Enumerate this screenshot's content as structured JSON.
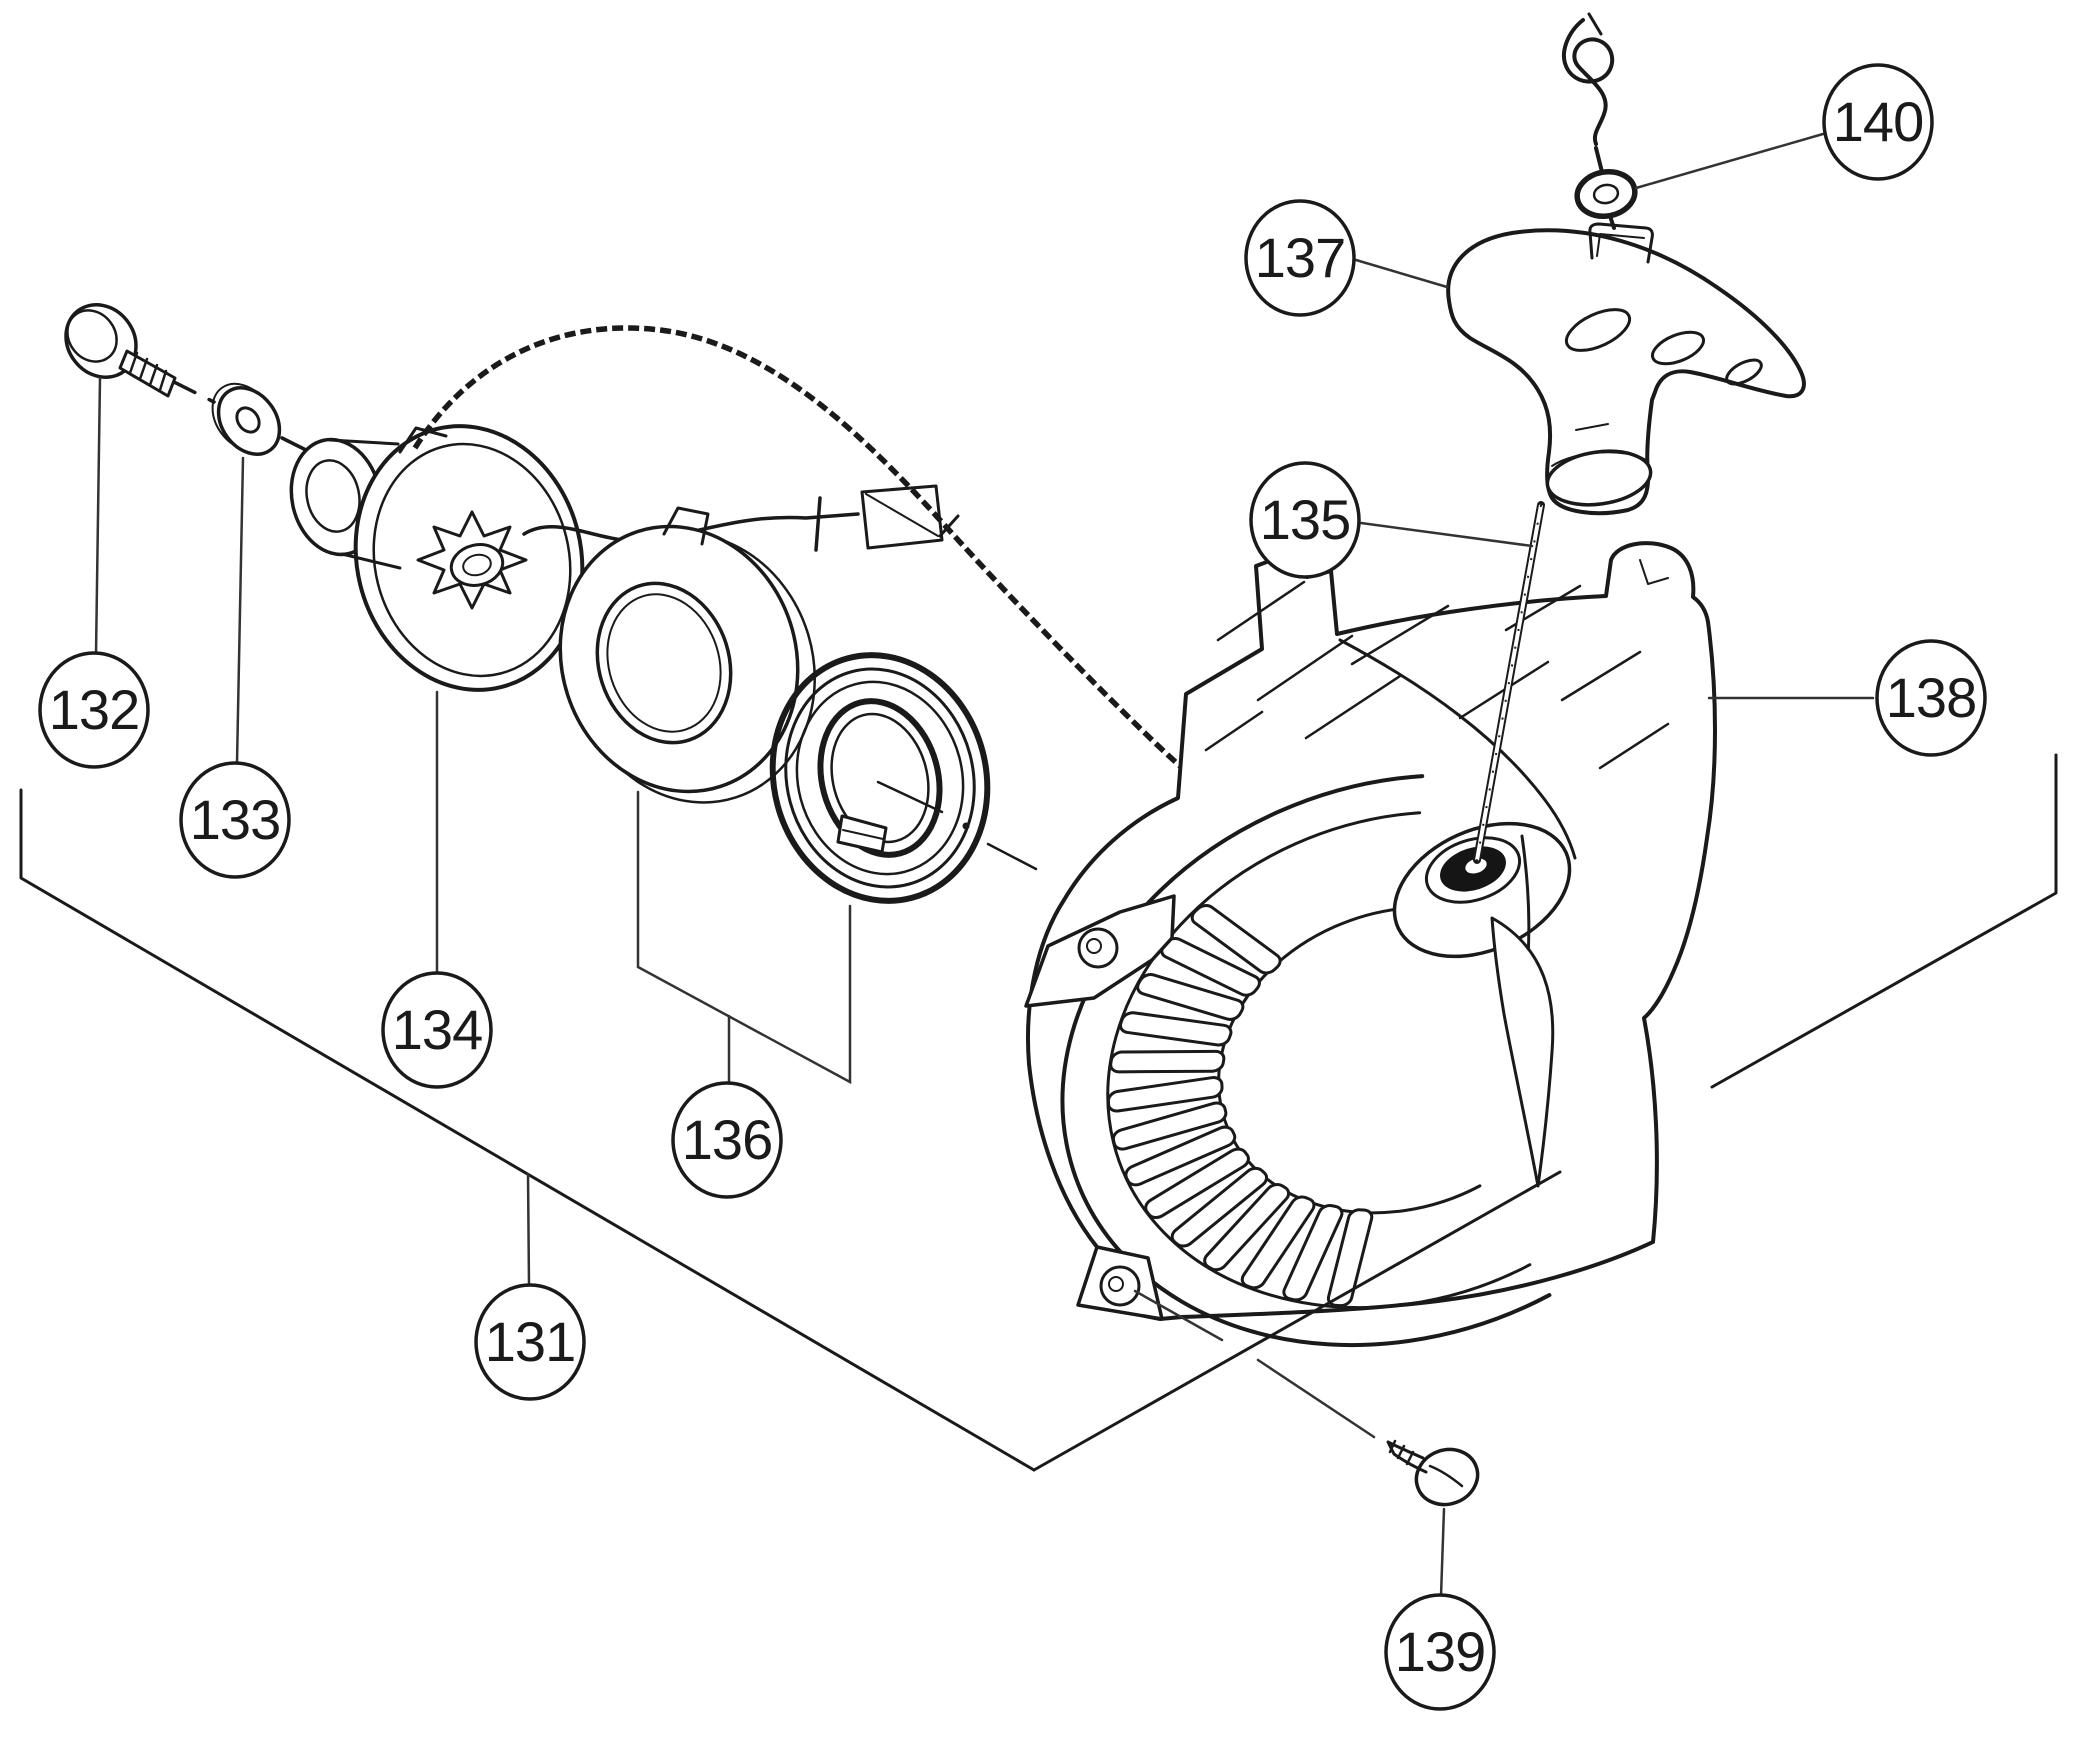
{
  "diagram": {
    "type": "exploded-parts-diagram",
    "background_color": "#ffffff",
    "line_color": "#1a1a1a",
    "callouts": [
      {
        "label": "131"
      },
      {
        "label": "132"
      },
      {
        "label": "133"
      },
      {
        "label": "134"
      },
      {
        "label": "135"
      },
      {
        "label": "136"
      },
      {
        "label": "137"
      },
      {
        "label": "138"
      },
      {
        "label": "139"
      },
      {
        "label": "140"
      }
    ]
  }
}
